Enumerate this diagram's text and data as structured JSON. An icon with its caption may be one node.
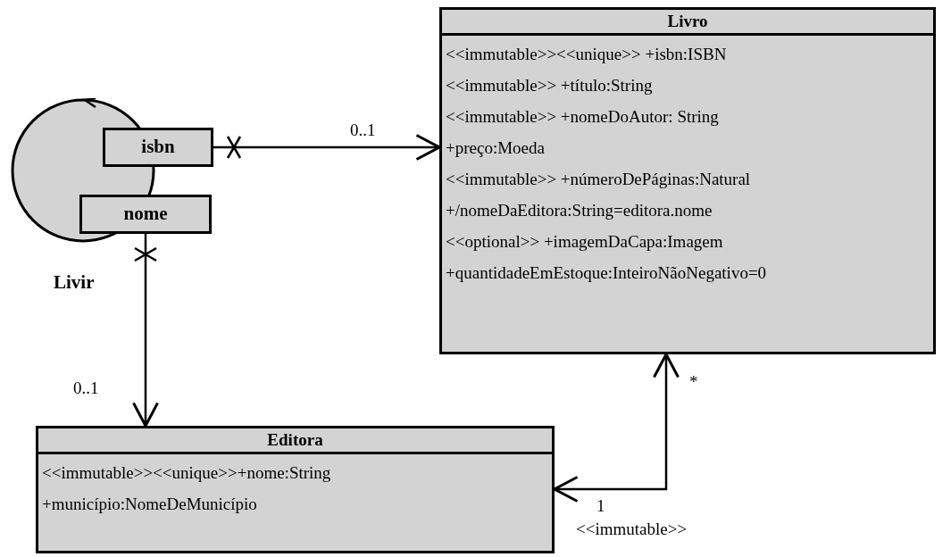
{
  "diagram": {
    "nodes": [
      {
        "text": [
          "Livro",
          "<<immutable>><<unique>> +isbn:ISBN",
          "<<immutable>> +título:String",
          "<<immutable>> +nomeDoAutor: String",
          "+preço:Moeda",
          "<<immutable>> +númeroDePáginas:Natural",
          "+/nomeDaEditora:String=editora.nome",
          "<<optional>> +imagemDaCapa:Imagem",
          "+quantidadeEmEstoque:InteiroNãoNegativo=0"
        ]
      },
      {
        "text": [
          "Editora",
          "<<immutable>><<unique>>+nome:String",
          "+município:NomeDeMunicípio"
        ]
      },
      {
        "text": [],
        "shape": "circle",
        "beside": [
          "Livir"
        ]
      },
      {
        "text": [
          "isbn"
        ]
      },
      {
        "text": [
          "nome"
        ]
      }
    ],
    "edges": [
      {
        "from": 3,
        "to": 0,
        "arrow": "to",
        "label": "0..1"
      },
      {
        "from": 4,
        "to": 1,
        "arrow": "to",
        "label": "0..1"
      },
      {
        "from": 1,
        "to": 0,
        "arrow": "both",
        "label": "<<immutable>>"
      }
    ],
    "labels": [
      "*",
      "1"
    ]
  }
}
